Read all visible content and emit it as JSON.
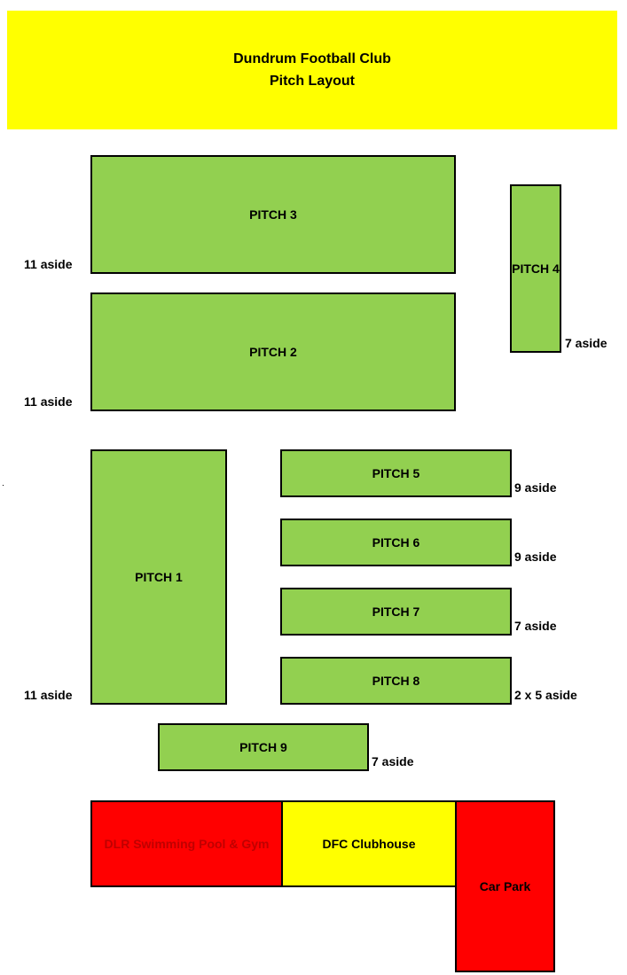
{
  "header": {
    "line1": "Dundrum Football Club",
    "line2": "Pitch Layout"
  },
  "pitches": {
    "p3": {
      "name": "PITCH 3",
      "size": "11 aside"
    },
    "p2": {
      "name": "PITCH 2",
      "size": "11 aside"
    },
    "p4": {
      "name": "PITCH 4",
      "size": "7 aside"
    },
    "p1": {
      "name": "PITCH 1",
      "size": "11 aside"
    },
    "p5": {
      "name": "PITCH 5",
      "size": "9 aside"
    },
    "p6": {
      "name": "PITCH 6",
      "size": "9 aside"
    },
    "p7": {
      "name": "PITCH 7",
      "size": "7 aside"
    },
    "p8": {
      "name": "PITCH 8",
      "size": "2 x 5 aside"
    },
    "p9": {
      "name": "PITCH 9",
      "size": "7 aside"
    }
  },
  "buildings": {
    "pool": "DLR Swimming Pool & Gym",
    "clubhouse": "DFC Clubhouse",
    "carpark": "Car Park"
  },
  "colors": {
    "header_bg": "#ffff00",
    "pitch": "#92d050",
    "pool": "#ff0000",
    "clubhouse": "#ffff00",
    "carpark": "#ff0000",
    "pool_text": "#c00000"
  }
}
